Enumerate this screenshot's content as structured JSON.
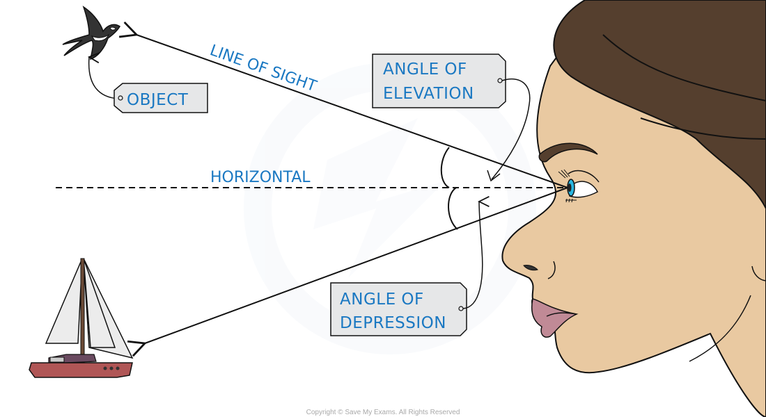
{
  "diagram": {
    "title": "Angles of elevation and depression",
    "labels": {
      "line_of_sight": "LINE OF SIGHT",
      "horizontal": "HORIZONTAL",
      "object_tag": "OBJECT",
      "elevation_tag_line1": "ANGLE OF",
      "elevation_tag_line2": "ELEVATION",
      "depression_tag_line1": "ANGLE OF",
      "depression_tag_line2": "DEPRESSION"
    },
    "figures": [
      "bird",
      "sailboat",
      "observer-face"
    ],
    "colors": {
      "label_text": "#1a78c2",
      "tag_fill": "#e6e7e8",
      "hair": "#553f2e",
      "skin": "#e9c9a1",
      "lips": "#c08a96",
      "boat_hull": "#b05656",
      "sail": "#ececec",
      "iris": "#29b6e0"
    }
  },
  "footer": {
    "copyright": "Copyright © Save My Exams. All Rights Reserved"
  }
}
